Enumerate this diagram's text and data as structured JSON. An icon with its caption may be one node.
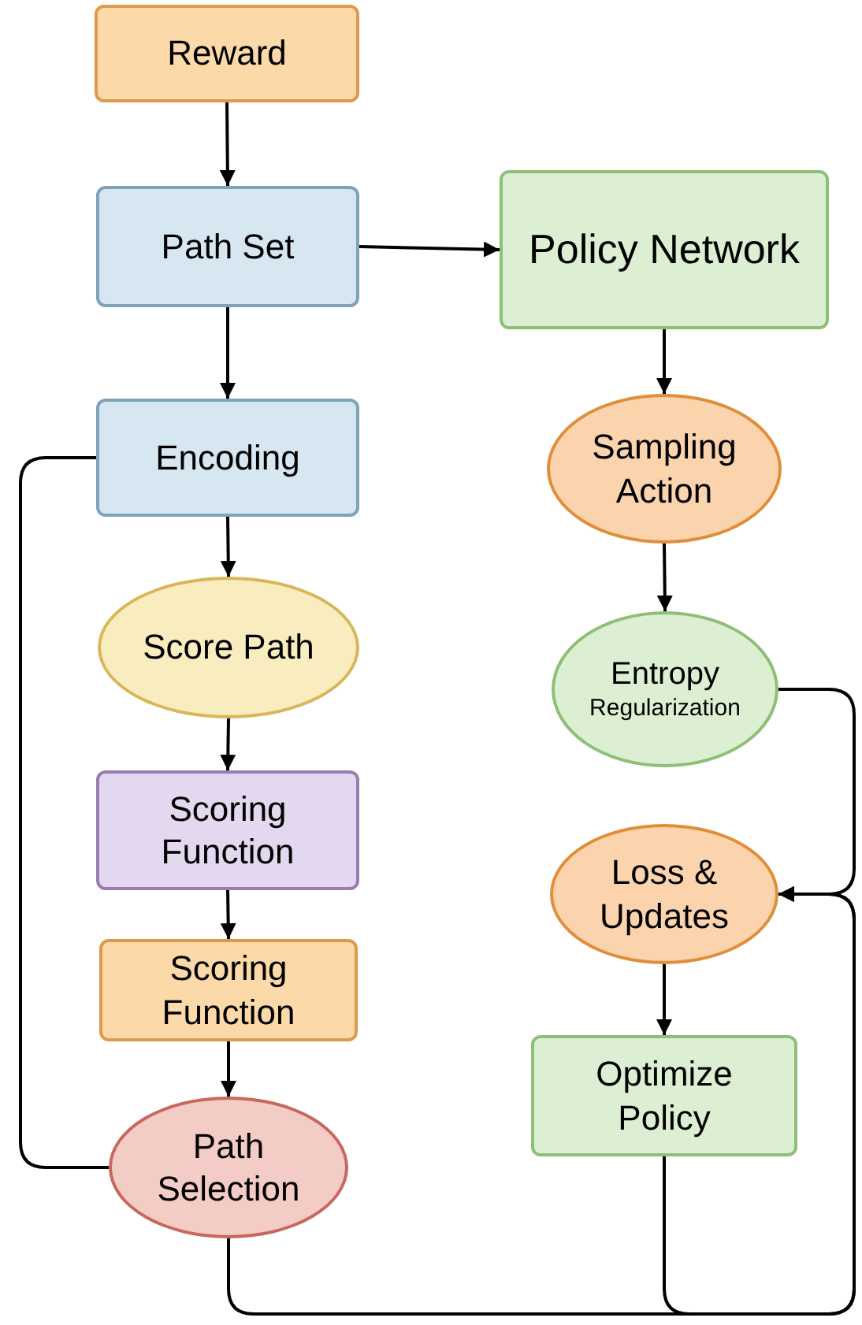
{
  "diagram": {
    "nodes": [
      {
        "text": [
          "Reward"
        ]
      },
      {
        "text": [
          "Path Set"
        ]
      },
      {
        "text": [
          "Policy Network"
        ]
      },
      {
        "text": [
          "Encoding"
        ]
      },
      {
        "text": [
          "Sampling Action"
        ]
      },
      {
        "text": [
          "Score Path"
        ]
      },
      {
        "text": [
          "Entropy",
          "Regularization"
        ]
      },
      {
        "text": [
          "Scoring Function"
        ]
      },
      {
        "text": [
          "Loss & Updates"
        ]
      },
      {
        "text": [
          "Scoring Function"
        ]
      },
      {
        "text": [
          "Optimize Policy"
        ]
      },
      {
        "text": [
          "Path Selection"
        ]
      }
    ],
    "edges": [
      {
        "from": 0,
        "to": 1,
        "arrow": "to"
      },
      {
        "from": 1,
        "to": 2,
        "arrow": "to"
      },
      {
        "from": 1,
        "to": 3,
        "arrow": "to"
      },
      {
        "from": 2,
        "to": 4,
        "arrow": "to"
      },
      {
        "from": 4,
        "to": 6,
        "arrow": "to"
      },
      {
        "from": 3,
        "to": 5,
        "arrow": "to"
      },
      {
        "from": 5,
        "to": 7,
        "arrow": "to"
      },
      {
        "from": 7,
        "to": 9,
        "arrow": "to"
      },
      {
        "from": 9,
        "to": 11,
        "arrow": "to"
      },
      {
        "from": 3,
        "to": 11,
        "arrow": "none"
      },
      {
        "from": 6,
        "to": 8,
        "arrow": "to"
      },
      {
        "from": 11,
        "to": 8,
        "arrow": "to"
      },
      {
        "from": 10,
        "to": 8,
        "arrow": "to"
      },
      {
        "from": 8,
        "to": 10,
        "arrow": "to"
      }
    ]
  }
}
